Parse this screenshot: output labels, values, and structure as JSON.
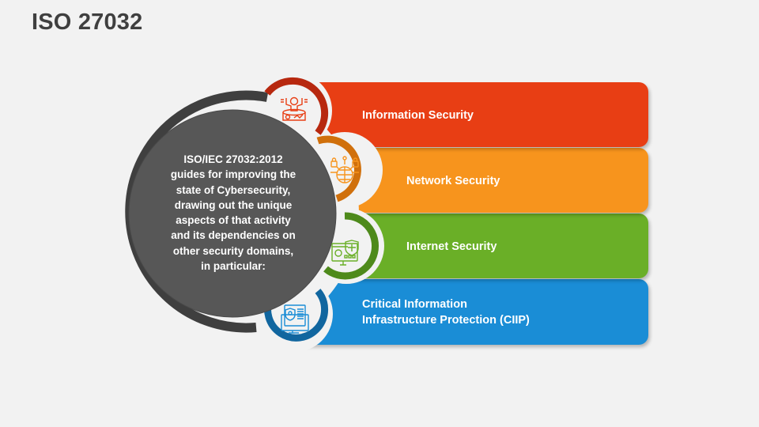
{
  "title": "ISO 27032",
  "center": {
    "text_lines": [
      "ISO/IEC 27032:2012",
      "guides for improving the",
      "state of Cybersecurity,",
      "drawing out the unique",
      "aspects of that activity",
      "and its dependencies on",
      "other security domains,",
      "in particular:"
    ]
  },
  "items": [
    {
      "label": "Information Security",
      "icon": "information-security-icon",
      "color": "#e83e14",
      "ring_color": "#b7280f"
    },
    {
      "label": "Network Security",
      "icon": "network-security-icon",
      "color": "#f7941d",
      "ring_color": "#d0700c"
    },
    {
      "label": "Internet Security",
      "icon": "internet-security-icon",
      "color": "#6aaf27",
      "ring_color": "#4e8a1b"
    },
    {
      "label_lines": [
        "Critical Information",
        "Infrastructure Protection (CIIP)"
      ],
      "icon": "ciip-icon",
      "color": "#1a8dd6",
      "ring_color": "#11669f"
    }
  ],
  "colors": {
    "background": "#f2f2f2",
    "title": "#3f3f3f",
    "center_disc": "#575757",
    "outer_ring": "#3f3f3f"
  }
}
